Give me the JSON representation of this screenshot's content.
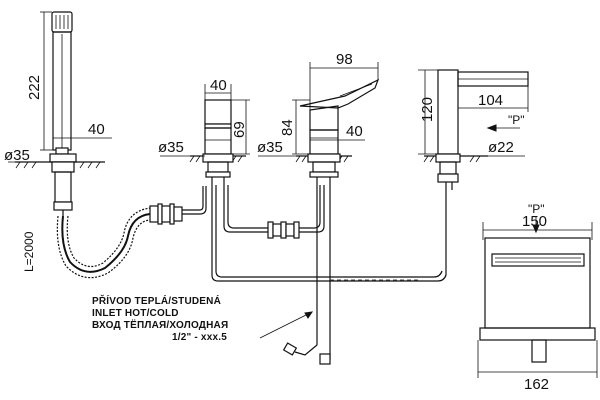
{
  "dimensions": {
    "hand_shower_height": "222",
    "hand_shower_width": "40",
    "hand_shower_base_dia": "ø35",
    "hose_length": "L=2000",
    "diverter_width": "40",
    "diverter_height": "69",
    "diverter_base_dia": "ø35",
    "mixer_reach": "98",
    "mixer_height": "84",
    "mixer_width": "40",
    "mixer_base_dia": "ø35",
    "spout_height": "120",
    "spout_reach": "104",
    "spout_base_dia": "ø22",
    "spout_view_marker": "\"P\"",
    "view_p_label": "\"P\"",
    "view_p_width_top": "150",
    "view_p_width_bottom": "162"
  },
  "notes": {
    "inlet_cs": "PŘÍVOD TEPLÁ/STUDENÁ",
    "inlet_en": "INLET HOT/COLD",
    "inlet_ru": "ВХОД ТЁПЛАЯ/ХОЛОДНАЯ",
    "thread": "1/2\" - xxx.5"
  }
}
